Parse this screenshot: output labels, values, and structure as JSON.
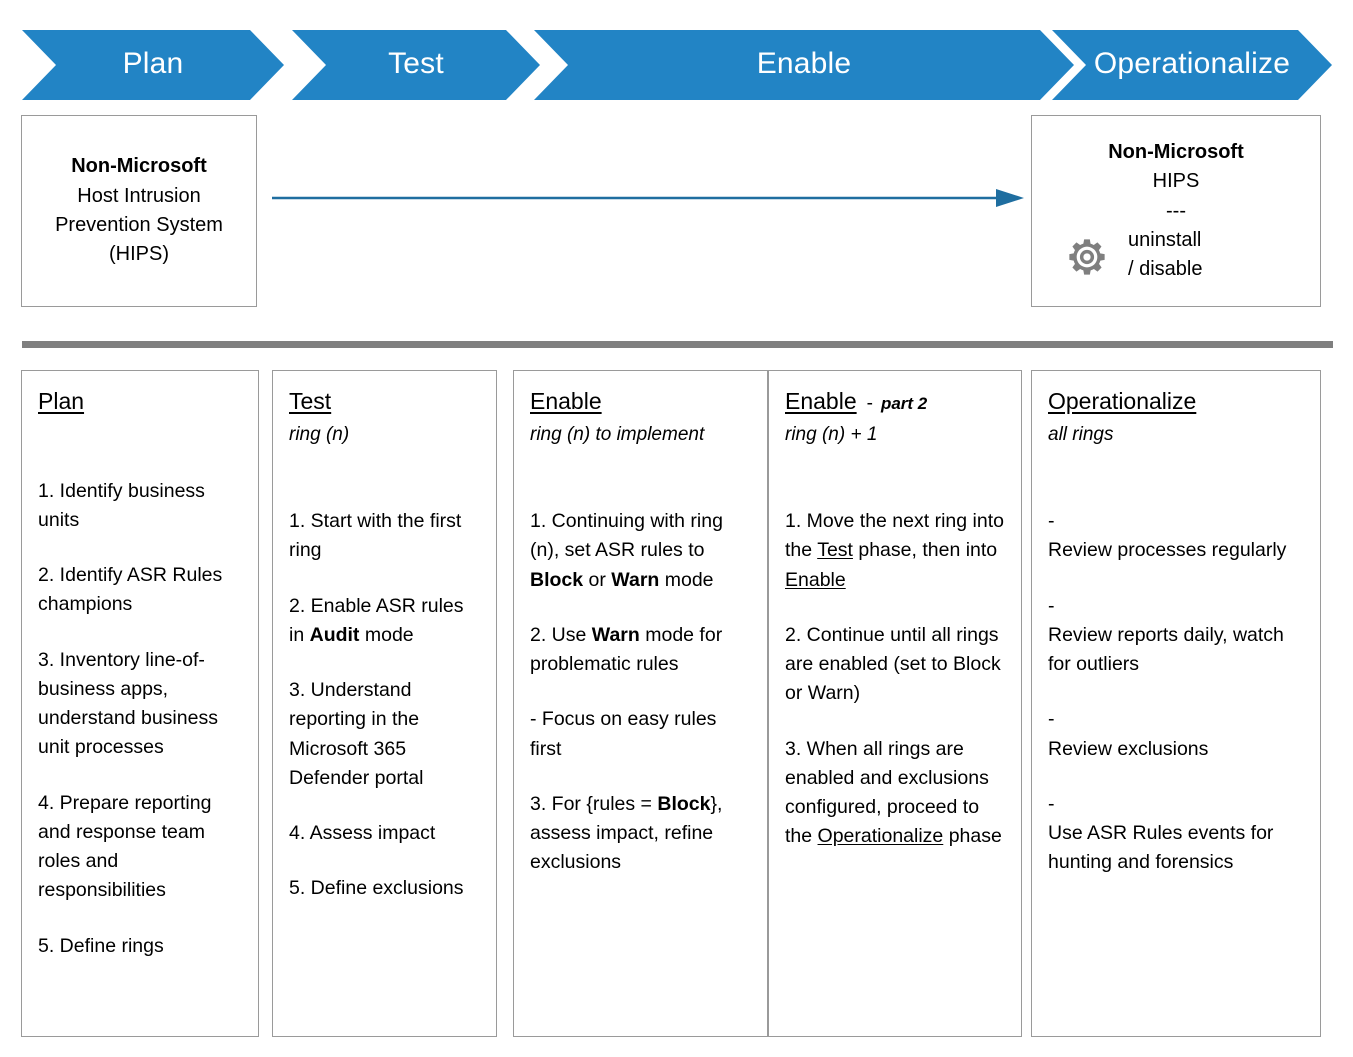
{
  "banner": {
    "phases": [
      {
        "label": "Plan"
      },
      {
        "label": "Test"
      },
      {
        "label": "Enable"
      },
      {
        "label": "Operationalize"
      }
    ],
    "color": "#2284C5"
  },
  "hips_before": {
    "line1": "Non-Microsoft",
    "line2": "Host Intrusion",
    "line3": "Prevention System",
    "line4": "(HIPS)"
  },
  "migration_arrow": {
    "icon": "right-arrow-icon",
    "color": "#1F6EA0"
  },
  "hips_after": {
    "line1": "Non-Microsoft",
    "line2": "HIPS",
    "line3": "---",
    "icon": "gear-icon",
    "action_line1": "uninstall",
    "action_line2": "/ disable"
  },
  "columns": [
    {
      "title": "Plan",
      "title_suffix": "",
      "subtitle": "",
      "items": [
        "1. Identify business units",
        "2. Identify ASR Rules champions",
        "3. Inventory line-of-business apps, understand business unit processes",
        "4.  Prepare reporting and response team roles and responsibilities",
        "5. Define rings"
      ]
    },
    {
      "title": "Test",
      "title_suffix": "",
      "subtitle": "ring (n)",
      "items": [
        "1. Start with the first ring",
        "2. Enable ASR rules in Audit mode",
        "3. Understand reporting in the Microsoft 365 Defender portal",
        "4. Assess impact",
        "5. Define exclusions"
      ],
      "bold_terms": [
        "Audit"
      ]
    },
    {
      "title": "Enable",
      "title_suffix": "",
      "subtitle": "ring (n) to implement",
      "items": [
        "1. Continuing with ring (n), set ASR rules to Block or Warn mode",
        "2. Use Warn mode for problematic rules",
        "- Focus on easy rules first",
        "3. For {rules = Block}, assess impact, refine exclusions"
      ],
      "bold_terms": [
        "Block",
        "Warn"
      ]
    },
    {
      "title": "Enable",
      "title_dash": "-",
      "title_suffix": "part 2",
      "subtitle": "ring (n) + 1",
      "items": [
        "1. Move the next ring into the Test phase, then into Enable",
        "2. Continue until all rings are enabled (set to Block or Warn)",
        "3. When all rings are enabled and exclusions configured, proceed to the Operationalize phase"
      ],
      "underline_terms": [
        "Test",
        "Enable",
        "Operationalize"
      ]
    },
    {
      "title": "Operationalize",
      "title_suffix": "",
      "subtitle": "all rings",
      "items": [
        "-\nReview processes regularly",
        "-\nReview reports daily, watch for outliers",
        "-\nReview exclusions",
        "-\nUse ASR Rules events for hunting and forensics"
      ]
    }
  ]
}
